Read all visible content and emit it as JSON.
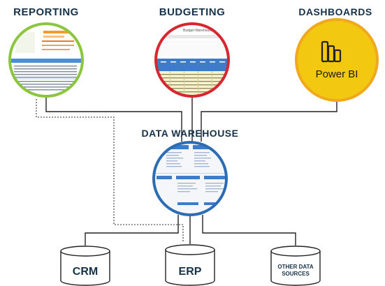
{
  "nodes": {
    "reporting": {
      "label": "REPORTING",
      "ring_color": "#8cc63f"
    },
    "budgeting": {
      "label": "BUDGETING",
      "ring_color": "#d7262f",
      "thumb_title": "Budget Warehouse"
    },
    "dashboards": {
      "label": "DASHBOARDS",
      "ring_color": "#f0a81c",
      "product_name": "Power BI",
      "tile_color": "#f2c811"
    },
    "data_warehouse": {
      "label": "DATA WAREHOUSE",
      "ring_color": "#2b6cb3"
    }
  },
  "sources": [
    {
      "label": "CRM"
    },
    {
      "label": "ERP"
    },
    {
      "label_line1": "OTHER DATA",
      "label_line2": "SOURCES"
    }
  ],
  "colors": {
    "text": "#16324a",
    "connector": "#222222",
    "db_stroke": "#222222"
  }
}
